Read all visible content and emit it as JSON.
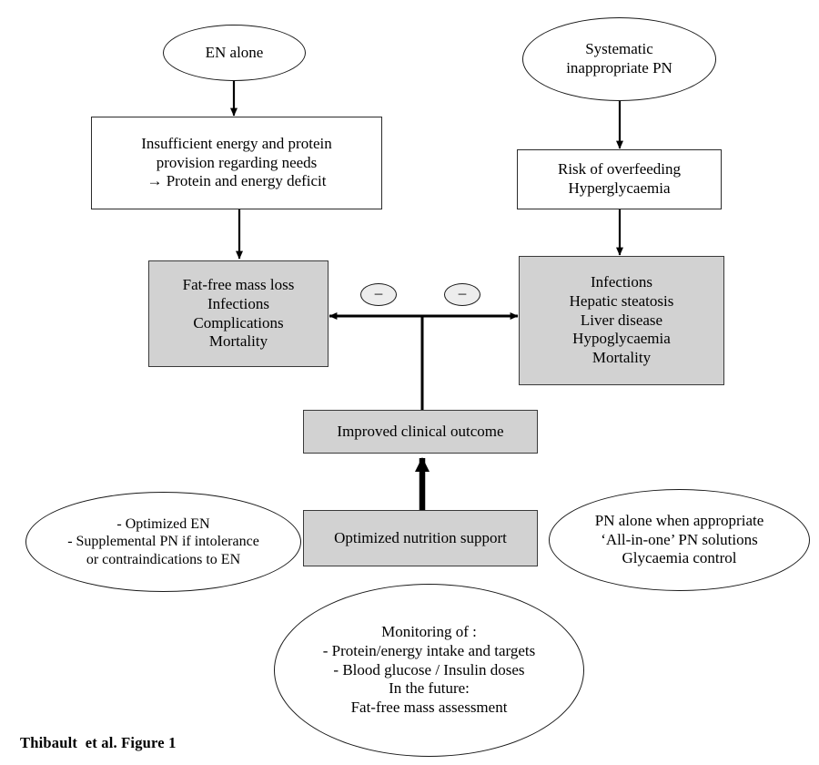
{
  "figure": {
    "caption": "Thibault  et al. Figure 1",
    "colors": {
      "fill_gray": "#d2d2d2",
      "minus_fill": "#ededed",
      "stroke": "#1a1a1a",
      "background": "#ffffff"
    }
  },
  "nodes": {
    "en_alone": {
      "label": "EN alone",
      "shape": "ellipse"
    },
    "systematic_pn": {
      "label": "Systematic\ninappropriate PN",
      "shape": "ellipse"
    },
    "insufficient_provision": {
      "label": "Insufficient energy and protein\nprovision regarding needs\n→ Protein and energy deficit",
      "shape": "rectangle"
    },
    "risk_overfeeding": {
      "label": "Risk of overfeeding\nHyperglycaemia",
      "shape": "rectangle"
    },
    "fat_free_mass_loss": {
      "label": "Fat-free mass loss\nInfections\nComplications\nMortality",
      "shape": "rectangle-filled"
    },
    "infections_hepatic": {
      "label": "Infections\nHepatic steatosis\nLiver disease\nHypoglycaemia\nMortality",
      "shape": "rectangle-filled"
    },
    "improved_outcome": {
      "label": "Improved clinical outcome",
      "shape": "rectangle-filled"
    },
    "optimized_support": {
      "label": "Optimized nutrition support",
      "shape": "rectangle-filled"
    },
    "optimized_en_ellipse": {
      "label": "- Optimized EN\n- Supplemental PN if intolerance\nor contraindications to EN",
      "shape": "ellipse"
    },
    "pn_alone_ellipse": {
      "label": "PN alone when appropriate\n‘All-in-one’ PN solutions\nGlycaemia control",
      "shape": "ellipse"
    },
    "monitoring_ellipse": {
      "label": "Monitoring of :\n- Protein/energy intake and targets\n- Blood glucose / Insulin doses\nIn the future:\nFat-free mass assessment",
      "shape": "ellipse"
    },
    "minus_left": {
      "label": "–",
      "shape": "ellipse-small"
    },
    "minus_right": {
      "label": "–",
      "shape": "ellipse-small"
    }
  },
  "edges": [
    {
      "from": "en_alone",
      "to": "insufficient_provision",
      "type": "arrow-down"
    },
    {
      "from": "insufficient_provision",
      "to": "fat_free_mass_loss",
      "type": "arrow-down"
    },
    {
      "from": "systematic_pn",
      "to": "risk_overfeeding",
      "type": "arrow-down"
    },
    {
      "from": "risk_overfeeding",
      "to": "infections_hepatic",
      "type": "arrow-down"
    },
    {
      "from": "fat_free_mass_loss",
      "to": "infections_hepatic",
      "type": "double-arrow-horizontal"
    },
    {
      "from": "optimized_support",
      "to": "improved_outcome",
      "type": "thick-arrow-up"
    }
  ]
}
